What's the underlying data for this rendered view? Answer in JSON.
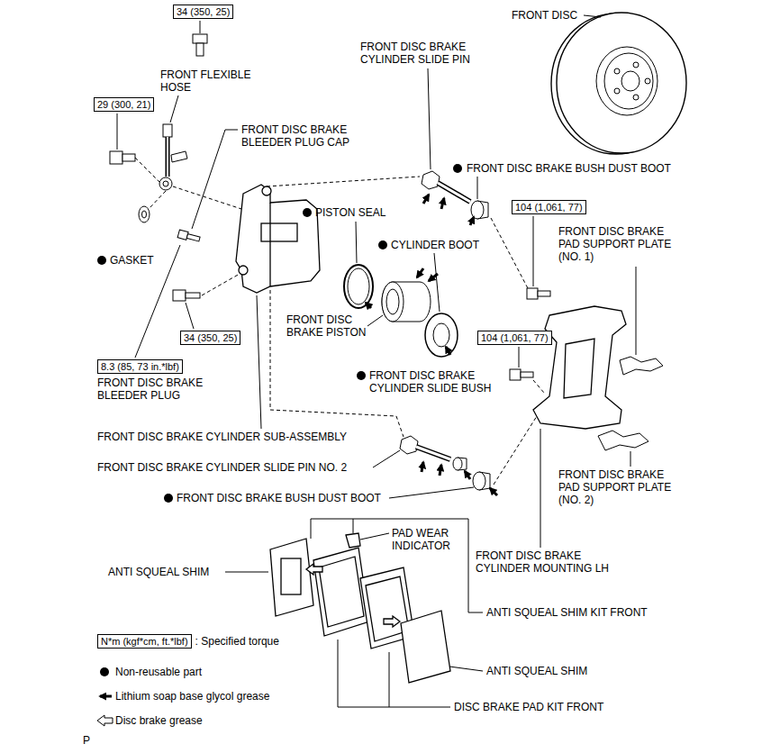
{
  "diagram": {
    "nodes": [
      {
        "text": [
          "34 (350, 25)"
        ]
      },
      {
        "text": [
          "29 (300, 21)"
        ]
      },
      {
        "text": [
          "104 (1,061, 77)"
        ]
      },
      {
        "text": [
          "34 (350, 25)"
        ]
      },
      {
        "text": [
          "104 (1,061, 77)"
        ]
      },
      {
        "text": [
          "8.3 (85, 73 in.*lbf)"
        ]
      },
      {
        "text": [
          "N*m (kgf*cm, ft.*lbf)"
        ]
      }
    ],
    "labels": [
      "FRONT DISC",
      "FRONT DISC BRAKE CYLINDER SLIDE PIN",
      "FRONT FLEXIBLE HOSE",
      "FRONT DISC BRAKE BLEEDER PLUG CAP",
      "FRONT DISC BRAKE BUSH DUST BOOT",
      "PISTON SEAL",
      "CYLINDER BOOT",
      "FRONT DISC BRAKE PAD SUPPORT PLATE (NO. 1)",
      "GASKET",
      "FRONT DISC BRAKE PISTON",
      "FRONT DISC BRAKE CYLINDER SLIDE BUSH",
      "FRONT DISC BRAKE BLEEDER PLUG",
      "FRONT DISC BRAKE CYLINDER SUB-ASSEMBLY",
      "FRONT DISC BRAKE CYLINDER SLIDE PIN NO. 2",
      "FRONT DISC BRAKE PAD SUPPORT PLATE (NO. 2)",
      "FRONT DISC BRAKE BUSH DUST BOOT",
      "PAD WEAR INDICATOR",
      "FRONT DISC BRAKE CYLINDER MOUNTING LH",
      "ANTI SQUEAL SHIM",
      "ANTI SQUEAL SHIM KIT FRONT",
      "ANTI SQUEAL SHIM",
      "DISC BRAKE PAD KIT FRONT",
      "P"
    ],
    "legend": [
      {
        "text": ": Specified torque"
      },
      {
        "text": "Non-reusable part"
      },
      {
        "text": "Lithium soap base glycol grease"
      },
      {
        "text": "Disc brake grease"
      }
    ]
  }
}
